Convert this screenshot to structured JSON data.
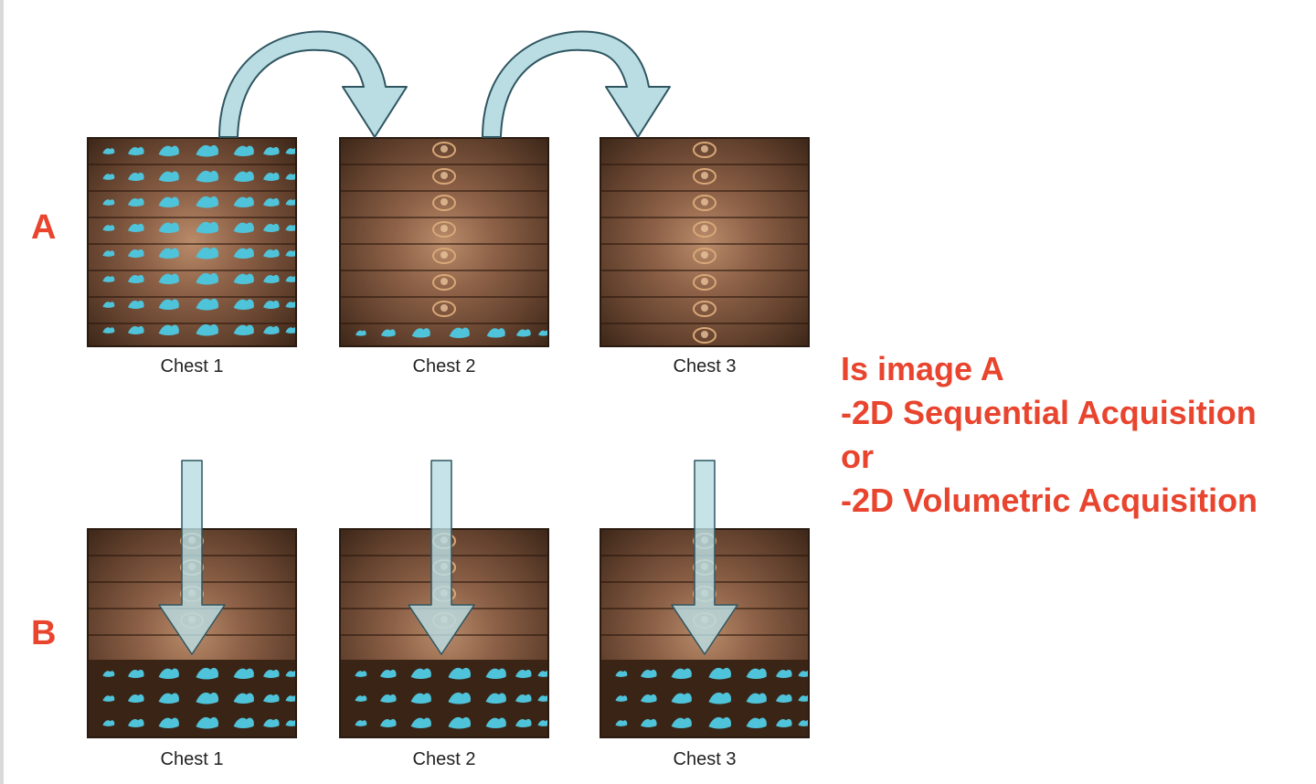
{
  "rows": [
    {
      "label": "A"
    },
    {
      "label": "B"
    }
  ],
  "captions": [
    "Chest 1",
    "Chest 2",
    "Chest 3",
    "Chest 1",
    "Chest 2",
    "Chest 3"
  ],
  "question": {
    "line1": "Is image A",
    "line2": "-2D Sequential Acquisition",
    "line3": "or",
    "line4": "-2D Volumetric Acquisition"
  },
  "colors": {
    "accent": "#e8442e",
    "arrow_fill": "#b9dde3",
    "arrow_stroke": "#2f5560",
    "lung": "#4fc3d9"
  },
  "icons": [
    "curved-arrow-icon",
    "down-arrow-icon",
    "lung-slice-icon",
    "vertebra-icon"
  ]
}
